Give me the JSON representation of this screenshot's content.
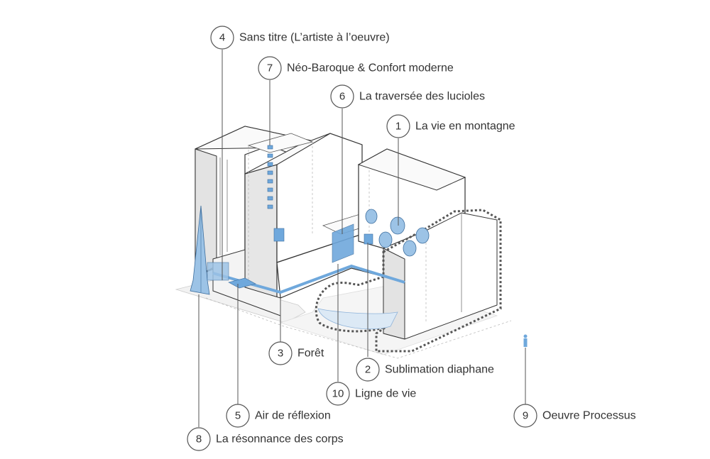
{
  "accent_color": "#5b9bd5",
  "labels": [
    {
      "number": "4",
      "text": "Sans titre (L’artiste à l’oeuvre)"
    },
    {
      "number": "7",
      "text": "Néo-Baroque & Confort moderne"
    },
    {
      "number": "6",
      "text": "La traversée des lucioles"
    },
    {
      "number": "1",
      "text": "La vie en montagne"
    },
    {
      "number": "3",
      "text": "Forêt"
    },
    {
      "number": "2",
      "text": "Sublimation diaphane"
    },
    {
      "number": "10",
      "text": "Ligne de vie"
    },
    {
      "number": "5",
      "text": "Air de réflexion"
    },
    {
      "number": "9",
      "text": "Oeuvre Processus"
    },
    {
      "number": "8",
      "text": "La résonnance des corps"
    }
  ]
}
